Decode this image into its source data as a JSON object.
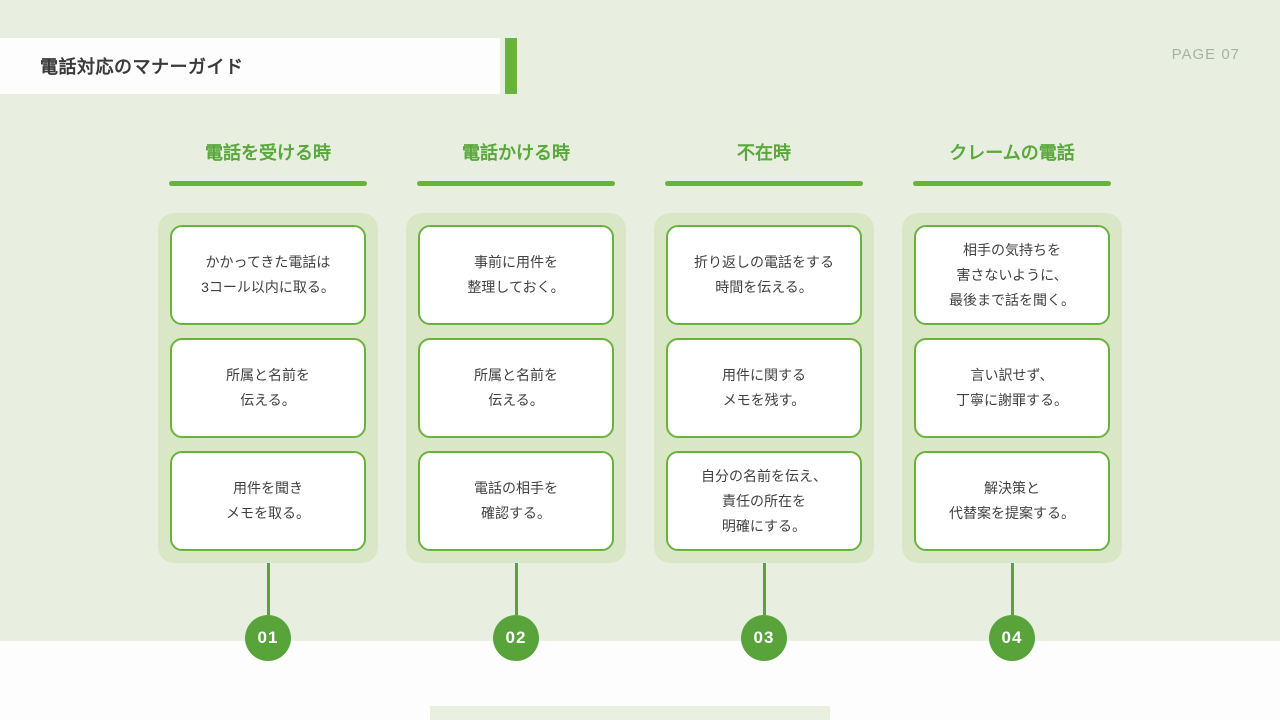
{
  "page": {
    "title": "電話対応のマナーガイド",
    "page_label": "PAGE 07"
  },
  "colors": {
    "accent_green": "#6ab23e",
    "header_green": "#5aa83c",
    "panel_green": "#d9e7c6",
    "background_green": "#e8efe0",
    "circle_green": "#58a43a",
    "card_border_green": "#6ab23e",
    "text_dark": "#414141",
    "page_label_gray": "#a6b3a1"
  },
  "columns": [
    {
      "number": "01",
      "header": "電話を受ける時",
      "cards": [
        "かかってきた電話は\n3コール以内に取る。",
        "所属と名前を\n伝える。",
        "用件を聞き\nメモを取る。"
      ]
    },
    {
      "number": "02",
      "header": "電話かける時",
      "cards": [
        "事前に用件を\n整理しておく。",
        "所属と名前を\n伝える。",
        "電話の相手を\n確認する。"
      ]
    },
    {
      "number": "03",
      "header": "不在時",
      "cards": [
        "折り返しの電話をする\n時間を伝える。",
        "用件に関する\nメモを残す。",
        "自分の名前を伝え、\n責任の所在を\n明確にする。"
      ]
    },
    {
      "number": "04",
      "header": "クレームの電話",
      "cards": [
        "相手の気持ちを\n害さないように、\n最後まで話を聞く。",
        "言い訳せず、\n丁寧に謝罪する。",
        "解決策と\n代替案を提案する。"
      ]
    }
  ]
}
